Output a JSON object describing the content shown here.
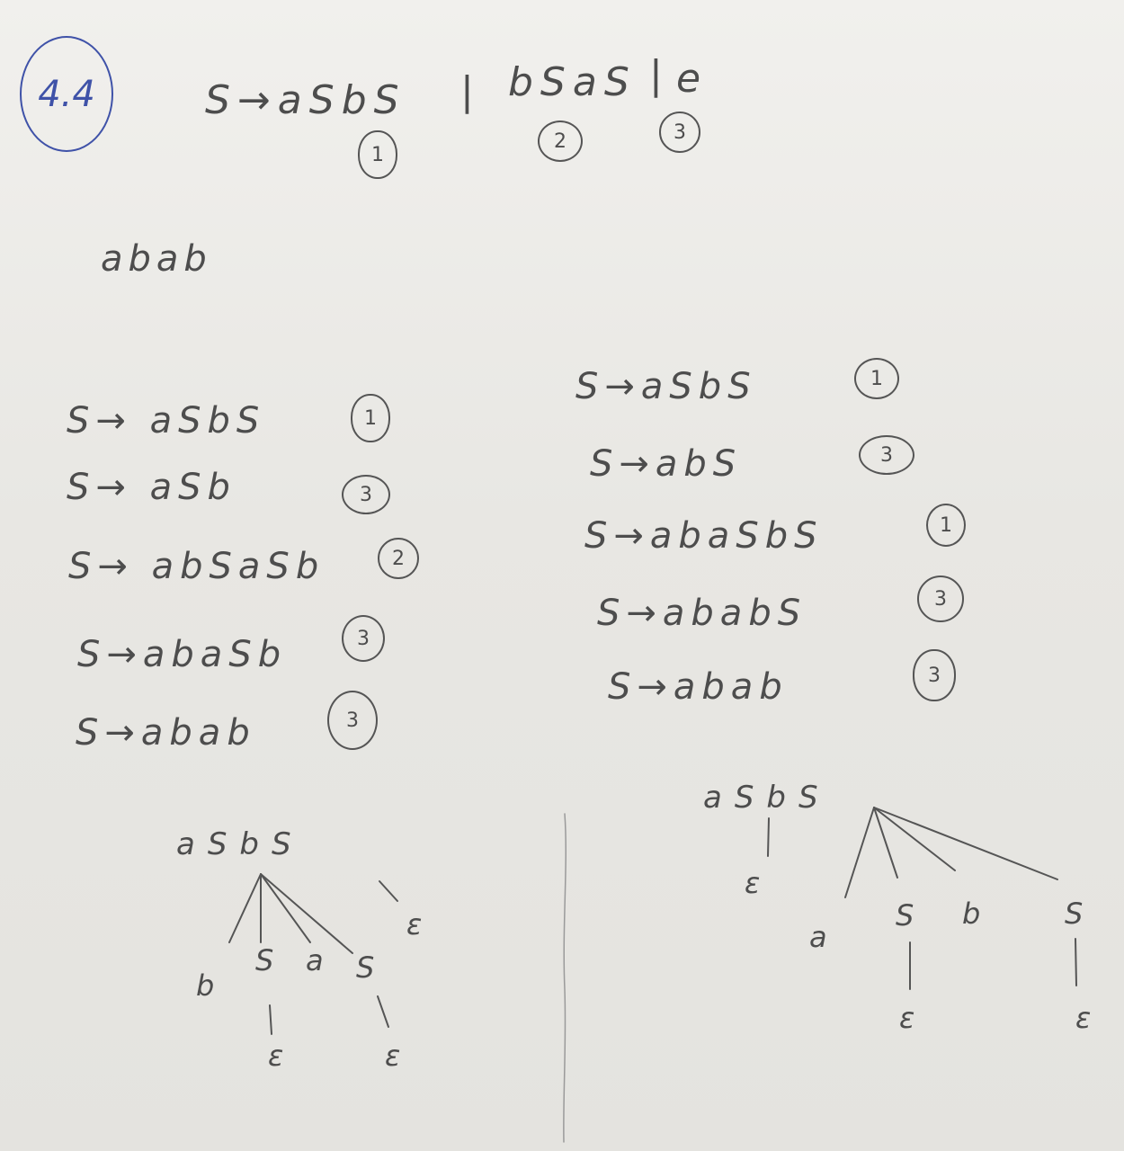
{
  "problem_number": "4.4",
  "grammar": {
    "rule_1": "S→aSbS",
    "separator": "|",
    "rule_2": "bSaS",
    "separator_2": "|",
    "rule_3": "e",
    "labels": [
      "1",
      "2",
      "3"
    ]
  },
  "input_string": "abab",
  "derivation_left": [
    {
      "text": "S→ aSbS",
      "rule": "1"
    },
    {
      "text": "S→ aSb",
      "rule": "3"
    },
    {
      "text": "S→ abSaSb",
      "rule": "2"
    },
    {
      "text": "S→abaSb",
      "rule": "3"
    },
    {
      "text": "S→abab",
      "rule": "3"
    }
  ],
  "derivation_right": [
    {
      "text": "S→aSbS",
      "rule": "1"
    },
    {
      "text": "S→abS",
      "rule": "3"
    },
    {
      "text": "S→abaSbS",
      "rule": "1"
    },
    {
      "text": "S→ababS",
      "rule": "3"
    },
    {
      "text": "S→abab",
      "rule": "3"
    }
  ],
  "tree_left": {
    "root": "aSbS",
    "children": [
      "b",
      "S",
      "a",
      "S"
    ],
    "epsilon": "ε"
  },
  "tree_right": {
    "root": "aSbS",
    "children": [
      "a",
      "S",
      "b",
      "S"
    ],
    "epsilon": "ε"
  }
}
